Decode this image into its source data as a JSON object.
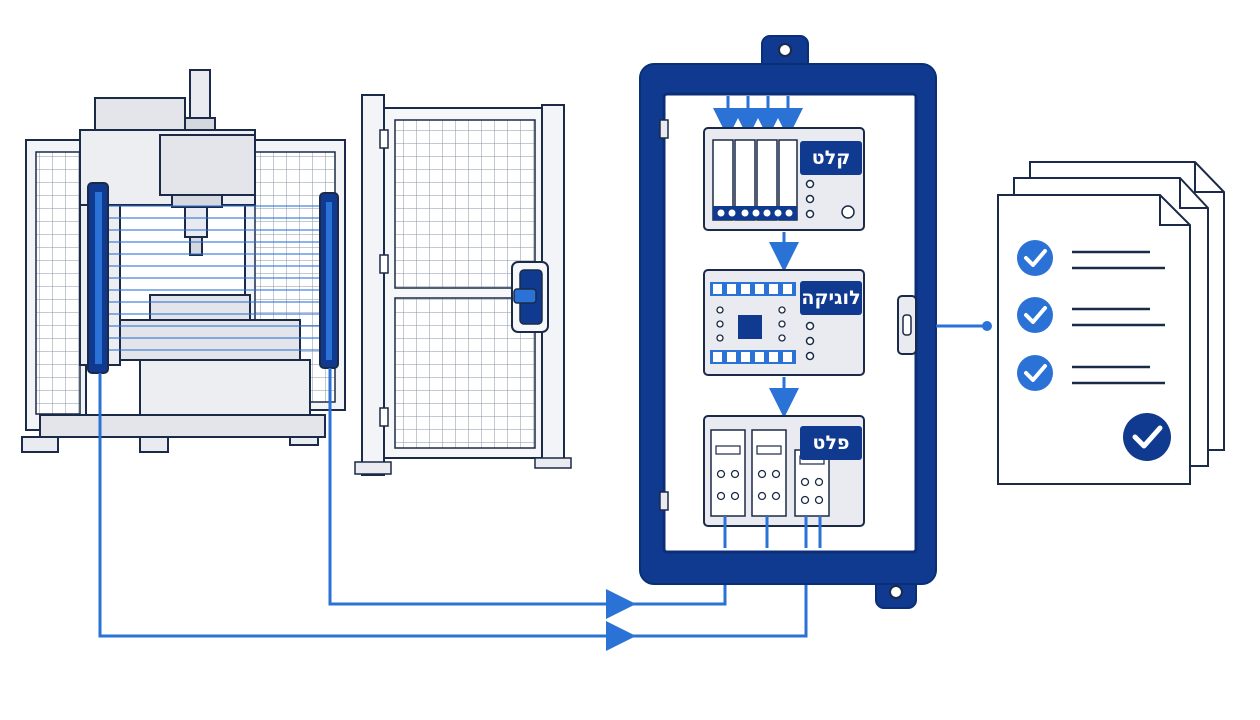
{
  "colors": {
    "navy": "#0f3a8f",
    "dark_navy": "#0b2f76",
    "accent_blue": "#2a72d6",
    "outline": "#1b2a48",
    "light_gray": "#e9ebf0",
    "mid_gray": "#c9ccd4"
  },
  "cabinet": {
    "input_module": {
      "label": "קלט"
    },
    "logic_module": {
      "label": "לוגיקה"
    },
    "output_module": {
      "label": "פלט"
    }
  },
  "icons": {
    "machine": "machine-press-icon",
    "light_curtain": "light-curtain-icon",
    "guard_door": "guard-door-icon",
    "interlock": "door-interlock-icon",
    "documents": "checklist-documents-icon",
    "check": "check-circle-icon"
  },
  "checklist": {
    "items": 3,
    "approved": true
  }
}
